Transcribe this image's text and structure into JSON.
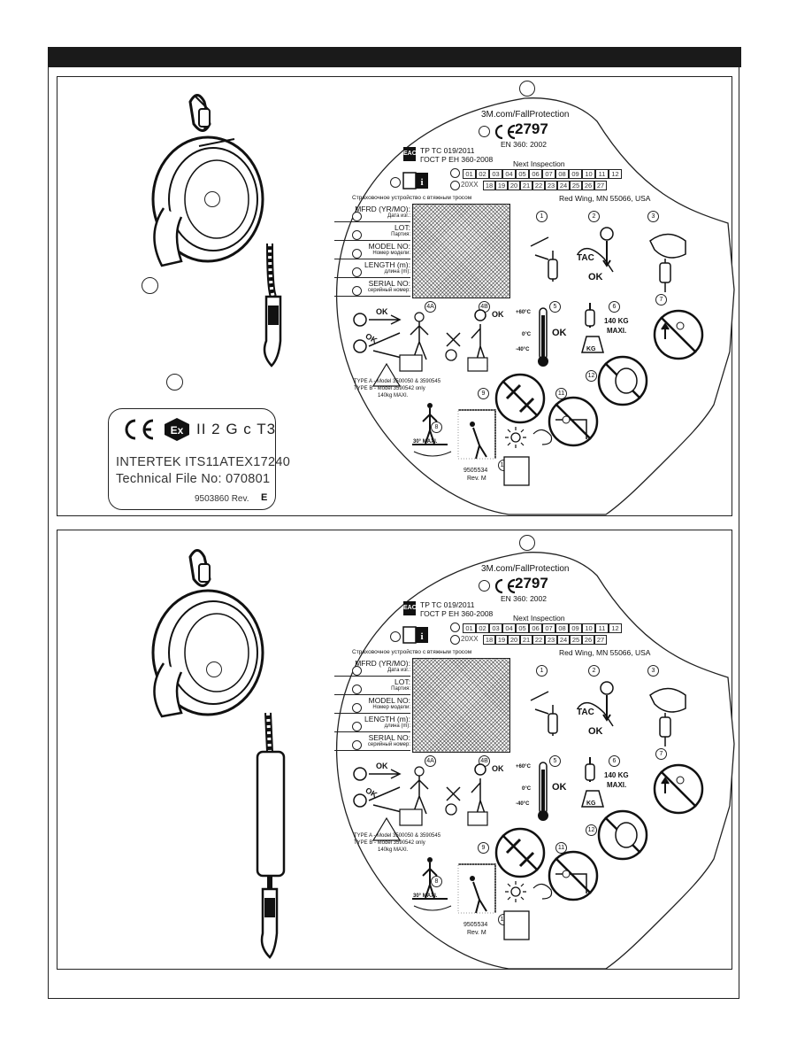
{
  "header": {
    "text": ""
  },
  "exlabel": {
    "group": "II 2 G c T3",
    "certificate": "INTERTEK ITS11ATEX17240",
    "technical_file": "Technical File No:  070801",
    "part_no": "9503860 Rev.",
    "rev": "E"
  },
  "label": {
    "website": "3M.com/FallProtection",
    "ce_number": "2797",
    "standard": "EN 360: 2002",
    "tr_ts": "TP TC 019/2011",
    "gost": "ГОСТ Р ЕН 360-2008",
    "next_inspection": "Next Inspection",
    "months": [
      "01",
      "02",
      "03",
      "04",
      "05",
      "06",
      "07",
      "08",
      "09",
      "10",
      "11",
      "12"
    ],
    "years_prefix": "20XX",
    "years": [
      "18",
      "19",
      "20",
      "21",
      "22",
      "23",
      "24",
      "25",
      "26",
      "27"
    ],
    "device_ru": "Страховочное устройство с втяжным тросом",
    "address": "Red Wing, MN 55066, USA",
    "fields": [
      {
        "en": "MFRD (YR/MO):",
        "ru": "Дата изг.:"
      },
      {
        "en": "LOT:",
        "ru": "Партия:"
      },
      {
        "en": "MODEL NO:",
        "ru": "Номер модели:"
      },
      {
        "en": "LENGTH (m):",
        "ru": "длина (m):"
      },
      {
        "en": "SERIAL NO:",
        "ru": "серийный номер:"
      }
    ],
    "steps": [
      "1",
      "2",
      "3",
      "4A",
      "4B",
      "5",
      "6",
      "7",
      "8",
      "9",
      "10",
      "11",
      "12"
    ],
    "tac": "TAC",
    "ok": "OK",
    "temp_hi": "+60°C",
    "temp_mid": "0°C",
    "temp_lo": "-40°C",
    "load": "140 KG",
    "load2": "MAXI.",
    "kg": "KG",
    "type_a": "TYPE A - Model 3500050 & 3590545",
    "type_b": "TYPE B - Model 3590542 only",
    "type_b2": "140kg MAXI.",
    "angle": "30° MAXI.",
    "doc_no": "9505534",
    "doc_rev": "Rev. M"
  },
  "colors": {
    "ink": "#1a1a1a",
    "hatch": "#9a9a9a"
  }
}
